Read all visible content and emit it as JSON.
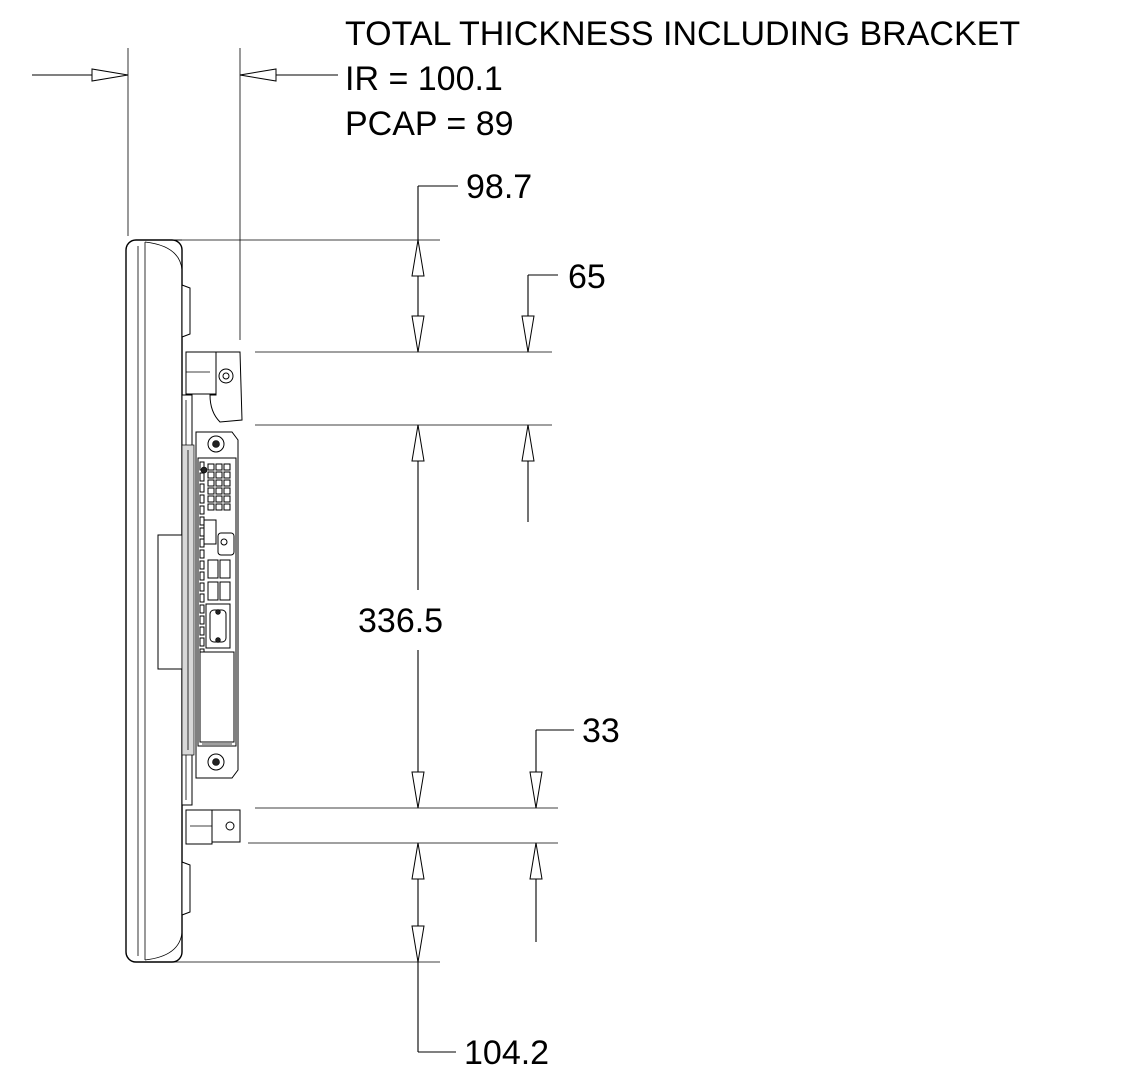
{
  "note": {
    "line1": "TOTAL THICKNESS INCLUDING BRACKET",
    "line2": "IR = 100.1",
    "line3": "PCAP = 89"
  },
  "dimensions": {
    "top_offset": "98.7",
    "bracket_top": "65",
    "bracket_spacing": "336.5",
    "bracket_bottom": "33",
    "bottom_offset": "104.2"
  }
}
